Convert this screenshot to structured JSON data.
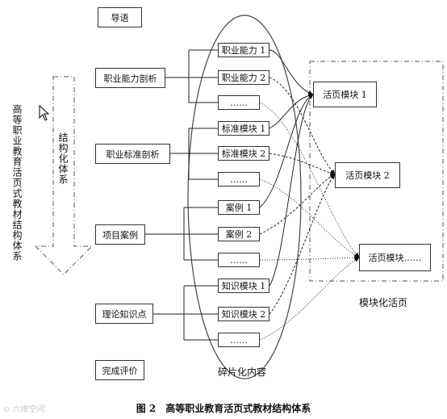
{
  "left_title": "高等职业教育活页式教材结构体系",
  "structure_arrow_label": "结构化体系",
  "left_column": [
    "导语",
    "职业能力剖析",
    "职业标准剖析",
    "项目案例",
    "理论知识点",
    "完成评价"
  ],
  "fragments": {
    "ability": [
      "职业能力 1",
      "职业能力 2",
      "……"
    ],
    "standard": [
      "标准模块 1",
      "标准模块 2",
      "……"
    ],
    "case": [
      "案例 1",
      "案例 2",
      "……"
    ],
    "knowledge": [
      "知识模块 1",
      "知识模块 2",
      "……"
    ]
  },
  "modules": [
    "活页模块 1",
    "活页模块 2",
    "活页模块……"
  ],
  "fragment_group_label": "碎片化内容",
  "module_group_label": "模块化活页",
  "caption": "图 2　高等职业教育活页式教材结构体系",
  "watermark": "⊙ 六维空间"
}
